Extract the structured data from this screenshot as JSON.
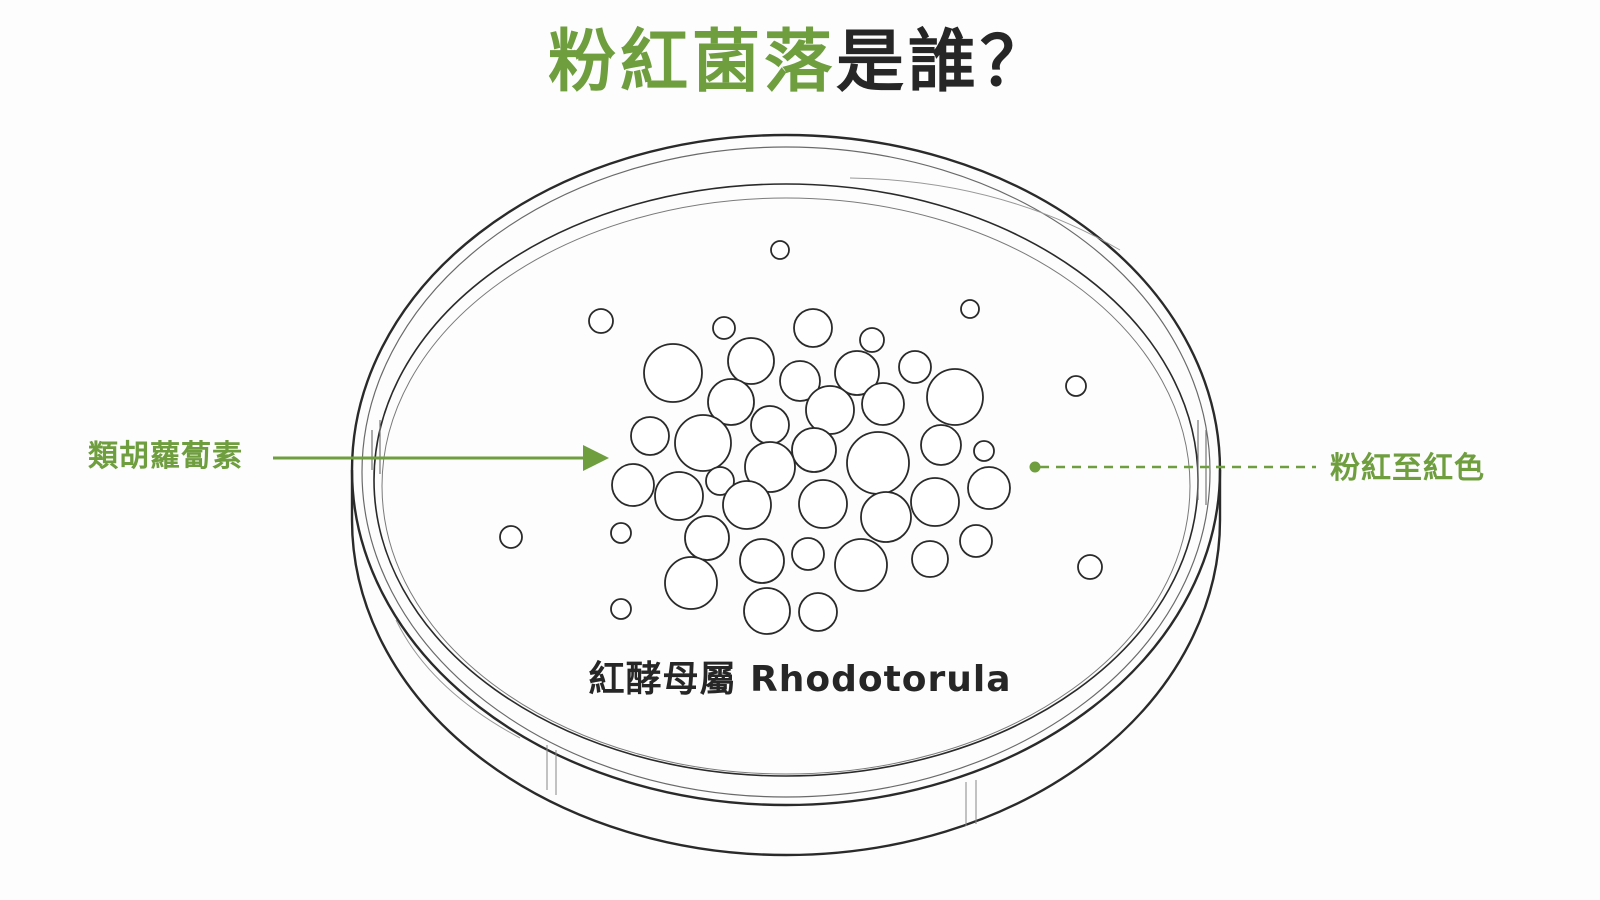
{
  "title": {
    "highlight": "粉紅菌落",
    "rest": "是誰？"
  },
  "annotations": {
    "left_label": "類胡蘿蔔素",
    "right_label": "粉紅至紅色"
  },
  "caption": "紅酵母屬 Rhodotorula",
  "colors": {
    "accent": "#6f9e3f",
    "ink": "#262626",
    "background": "#fdfdfd"
  },
  "icons": [
    "petri-dish-icon",
    "colony-bubbles-icon",
    "arrow-right-icon"
  ]
}
